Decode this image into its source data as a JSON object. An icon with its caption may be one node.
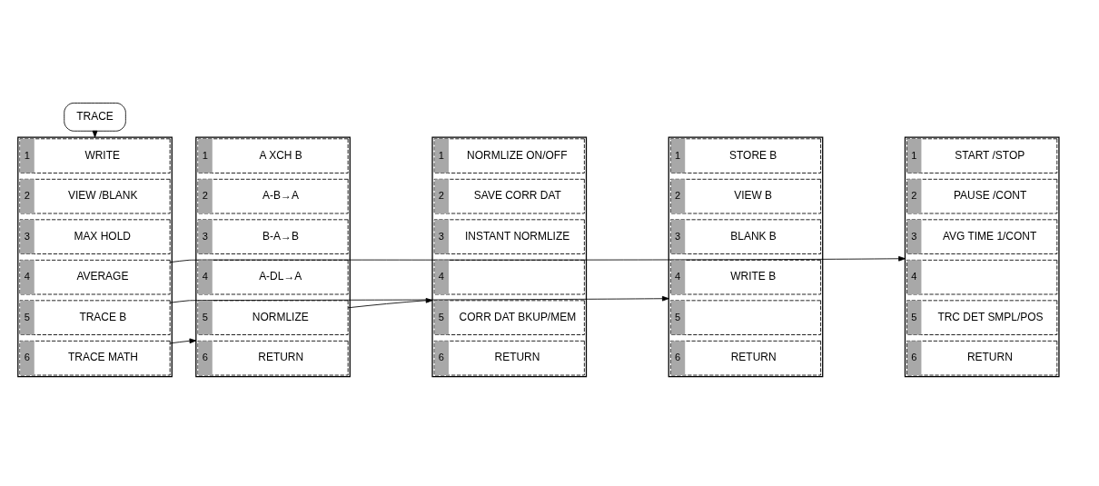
{
  "diagram": {
    "nodes": [
      {
        "text": [
          "TRACE"
        ]
      },
      {
        "text": [],
        "shape": "box"
      },
      {
        "text": [
          "1",
          "WRITE"
        ],
        "in": 1
      },
      {
        "text": [
          "2",
          "VIEW /BLANK"
        ],
        "in": 1
      },
      {
        "text": [
          "3",
          "MAX HOLD"
        ],
        "in": 1
      },
      {
        "text": [
          "4",
          "AVERAGE"
        ],
        "in": 1
      },
      {
        "text": [
          "5",
          "TRACE B"
        ],
        "in": 1
      },
      {
        "text": [
          "6",
          "TRACE MATH"
        ],
        "in": 1
      },
      {
        "text": [],
        "shape": "box"
      },
      {
        "text": [
          "1",
          "A XCH B"
        ],
        "in": 8
      },
      {
        "text": [
          "2",
          "A-B→A"
        ],
        "in": 8
      },
      {
        "text": [
          "3",
          "B-A→B"
        ],
        "in": 8
      },
      {
        "text": [
          "4",
          "A-DL→A"
        ],
        "in": 8
      },
      {
        "text": [
          "5",
          "NORMLIZE"
        ],
        "in": 8
      },
      {
        "text": [
          "6",
          "RETURN"
        ],
        "in": 8
      },
      {
        "text": [],
        "shape": "box"
      },
      {
        "text": [
          "1",
          "NORMLIZE ON/OFF"
        ],
        "in": 15
      },
      {
        "text": [
          "2",
          "SAVE CORR DAT"
        ],
        "in": 15
      },
      {
        "text": [
          "3",
          "INSTANT NORMLIZE"
        ],
        "in": 15
      },
      {
        "text": [
          "4"
        ],
        "in": 15
      },
      {
        "text": [
          "5",
          "CORR DAT BKUP/MEM"
        ],
        "in": 15
      },
      {
        "text": [
          "6",
          "RETURN"
        ],
        "in": 15
      },
      {
        "text": [],
        "shape": "box"
      },
      {
        "text": [
          "1",
          "STORE B"
        ],
        "in": 22
      },
      {
        "text": [
          "2",
          "VIEW B"
        ],
        "in": 22
      },
      {
        "text": [
          "3",
          "BLANK B"
        ],
        "in": 22
      },
      {
        "text": [
          "4",
          "WRITE B"
        ],
        "in": 22
      },
      {
        "text": [
          "5"
        ],
        "in": 22
      },
      {
        "text": [
          "6",
          "RETURN"
        ],
        "in": 22
      },
      {
        "text": [],
        "shape": "box"
      },
      {
        "text": [
          "1",
          "START /STOP"
        ],
        "in": 29
      },
      {
        "text": [
          "2",
          "PAUSE /CONT"
        ],
        "in": 29
      },
      {
        "text": [
          "3",
          "AVG TIME 1/CONT"
        ],
        "in": 29
      },
      {
        "text": [
          "4"
        ],
        "in": 29
      },
      {
        "text": [
          "5",
          "TRC DET SMPL/POS"
        ],
        "in": 29
      },
      {
        "text": [
          "6",
          "RETURN"
        ],
        "in": 29
      }
    ],
    "edges": [
      {
        "from": 0,
        "to": 1,
        "arrow": "to"
      },
      {
        "from": 5,
        "to": 29,
        "arrow": "to"
      },
      {
        "from": 6,
        "to": 22,
        "arrow": "to"
      },
      {
        "from": 7,
        "to": 8,
        "arrow": "to"
      },
      {
        "from": 13,
        "to": 15,
        "arrow": "to"
      }
    ]
  }
}
